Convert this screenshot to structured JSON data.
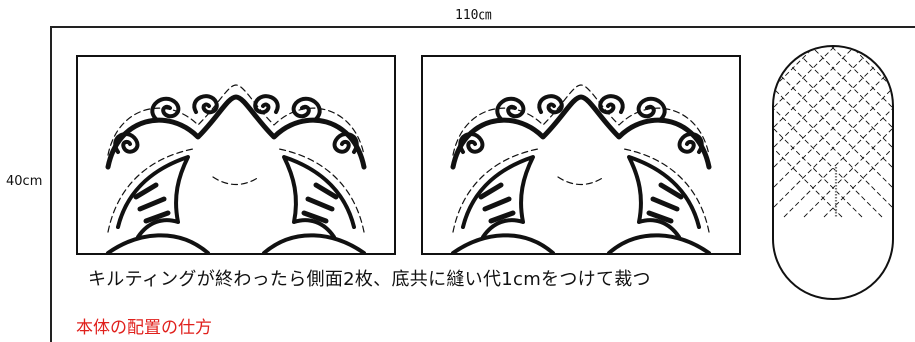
{
  "dimensions": {
    "width_label": "110㎝",
    "height_label": "40cm"
  },
  "panels": [
    {
      "name": "side-panel-1",
      "motif": "scroll-and-dolphin-quilting-pattern"
    },
    {
      "name": "side-panel-2",
      "motif": "scroll-and-dolphin-quilting-pattern"
    }
  ],
  "bottom_piece": {
    "shape": "oval",
    "fill": "crosshatch-quilting"
  },
  "instruction": "キルティングが終わったら側面2枚、底共に縫い代1cmをつけて裁つ",
  "heading": "本体の配置の仕方",
  "colors": {
    "heading": "#e0201c",
    "line": "#111111"
  }
}
